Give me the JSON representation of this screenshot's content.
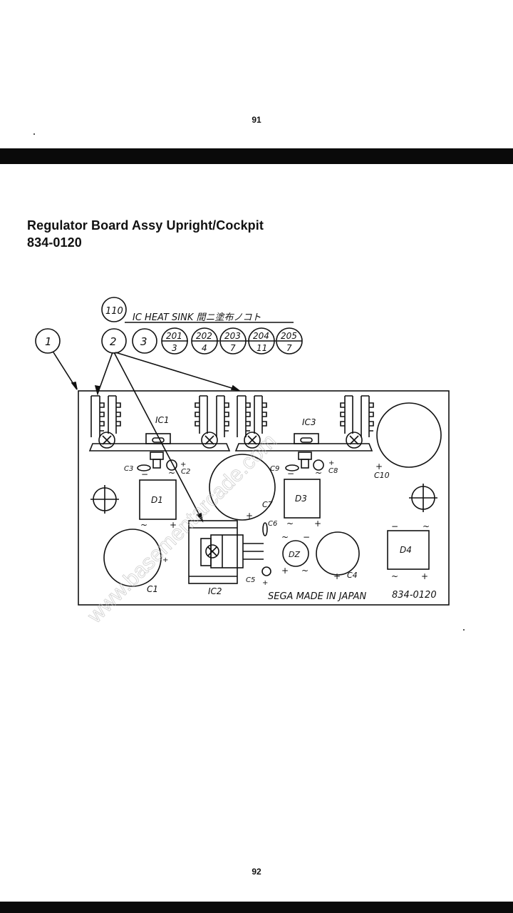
{
  "pages": {
    "top": "91",
    "bottom": "92"
  },
  "title": {
    "line1": "Regulator Board Assy Upright/Cockpit",
    "line2": "834-0120"
  },
  "diagram": {
    "callouts": {
      "main": "1",
      "sink_compound": "110",
      "screw": "2",
      "nut": "3",
      "note": "IC HEAT SINK 間ニ塗布ノコト",
      "parts": [
        {
          "top": "201",
          "bottom": "3"
        },
        {
          "top": "202",
          "bottom": "4"
        },
        {
          "top": "203",
          "bottom": "7"
        },
        {
          "top": "204",
          "bottom": "11"
        },
        {
          "top": "205",
          "bottom": "7"
        }
      ]
    },
    "labels": {
      "ic1": "IC1",
      "ic2": "IC2",
      "ic3": "IC3",
      "d1": "D1",
      "d2": "DZ",
      "d3": "D3",
      "d4": "D4",
      "c1": "C1",
      "c2": "C2",
      "c3": "C3",
      "c4": "C4",
      "c5": "C5",
      "c6": "C6",
      "c7": "C7",
      "c8": "C8",
      "c9": "C9",
      "c10": "C10",
      "plus": "+",
      "minus": "−",
      "ac": "~",
      "footer": "SEGA MADE IN JAPAN",
      "board_number": "834-0120"
    }
  },
  "watermark": "www.basementarcade.com"
}
